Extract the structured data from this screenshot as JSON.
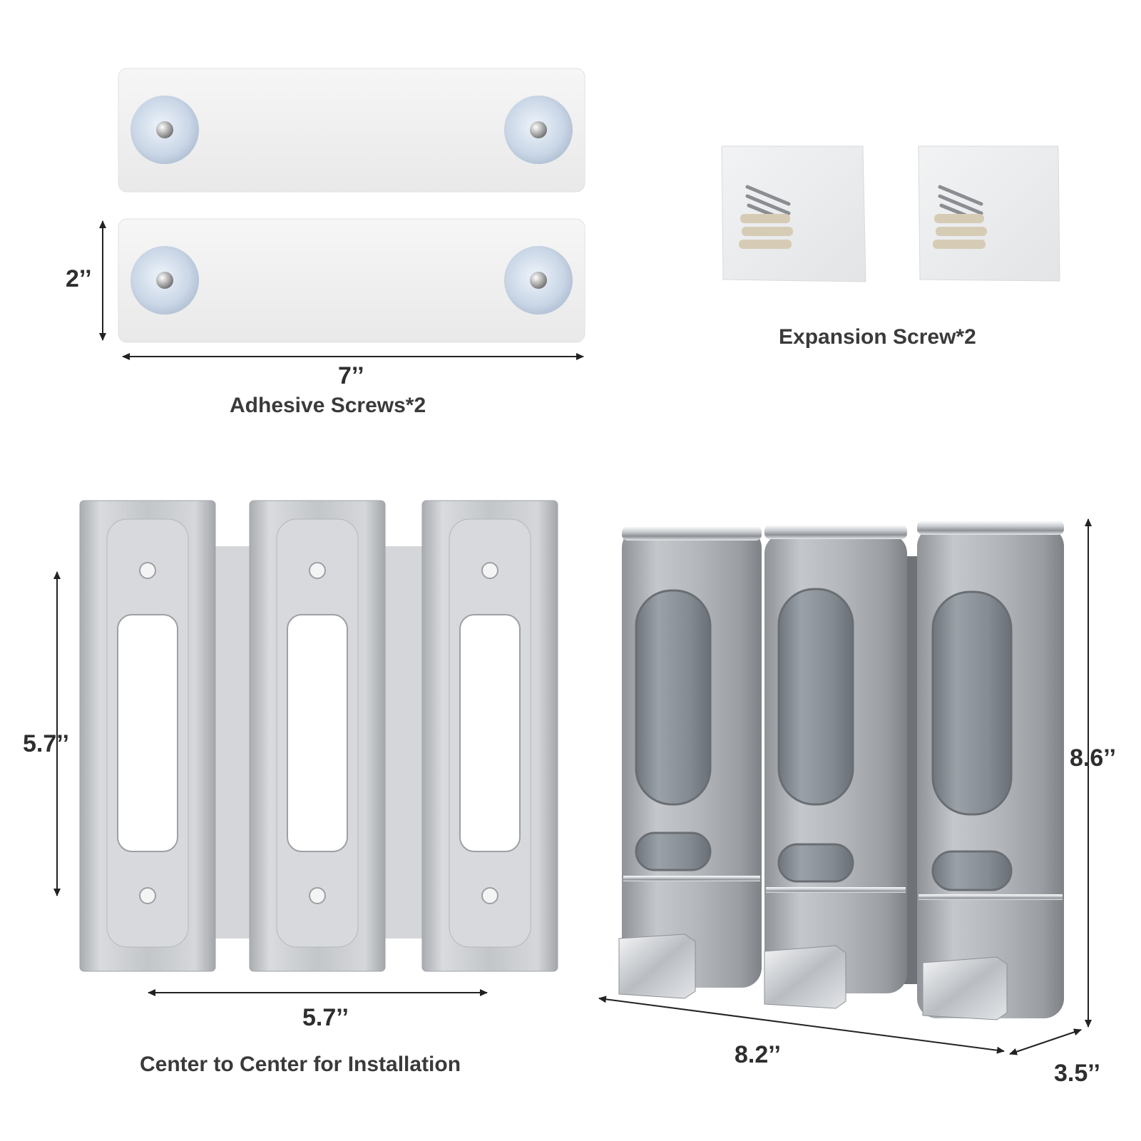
{
  "adhesive": {
    "height_label": "2’’",
    "width_label": "7’’",
    "caption": "Adhesive Screws*2"
  },
  "expansion": {
    "caption": "Expansion Screw*2"
  },
  "bracket": {
    "height_label": "5.7’’",
    "width_label": "5.7’’",
    "caption": "Center to Center for Installation"
  },
  "dispenser": {
    "height_label": "8.6’’",
    "width_label": "8.2’’",
    "depth_label": "3.5’’"
  },
  "colors": {
    "silver": "#b9bcc0",
    "dark_silver": "#8e9296",
    "plate": "#f1f1f1",
    "text": "#333333"
  }
}
